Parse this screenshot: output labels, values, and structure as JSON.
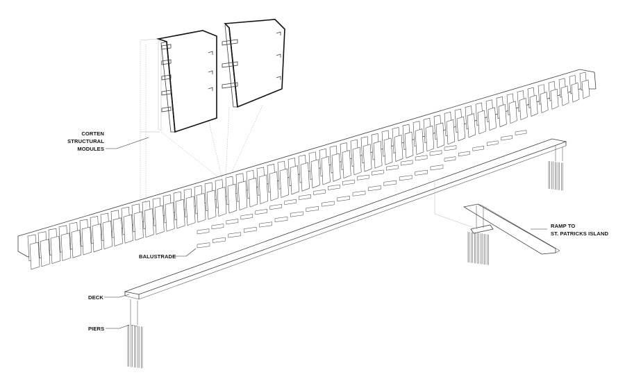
{
  "labels": {
    "corten": [
      "CORTEN",
      "STRUCTURAL",
      "MODULES"
    ],
    "balustrade": "BALUSTRADE",
    "deck": "DECK",
    "piers": "PIERS",
    "ramp": [
      "RAMP TO",
      "ST. PATRICKS ISLAND"
    ]
  },
  "colors": {
    "line": "#3a3a3a",
    "text": "#111111",
    "background": "#ffffff"
  }
}
